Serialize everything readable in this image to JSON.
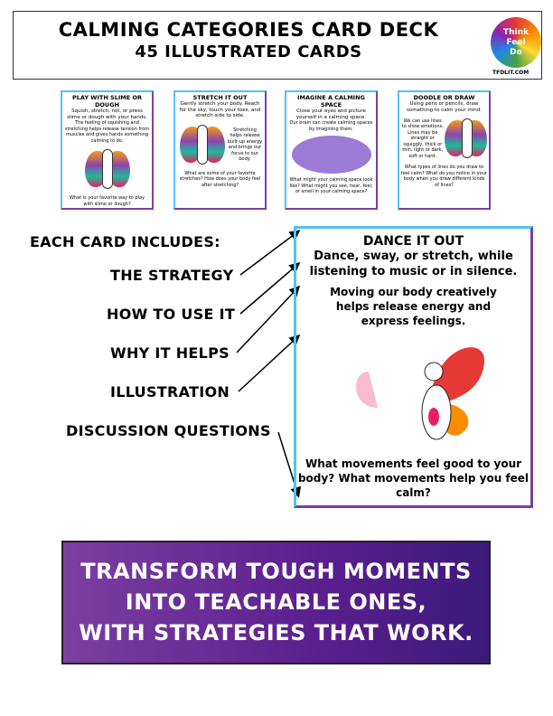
{
  "header": {
    "title": "CALMING CATEGORIES CARD DECK",
    "subtitle": "45 ILLUSTRATED CARDS",
    "logo": {
      "words": [
        "Think",
        "Feel",
        "Do"
      ],
      "url": "TFDLIT.COM"
    }
  },
  "cards": [
    {
      "title": "PLAY WITH SLIME OR DOUGH",
      "strategy": "Squish, stretch, roll, or press slime or dough with your hands.",
      "why": "The feeling of squishing and stretching helps release tension from muscles and gives hands something calming to do.",
      "question": "What is your favorite way to play with slime or dough?"
    },
    {
      "title": "STRETCH IT OUT",
      "strategy": "Gently stretch your body. Reach for the sky, touch your toes, and stretch side to side.",
      "why": "Stretching helps release built-up energy and brings our focus to our body.",
      "question": "What are some of your favorite stretches? How does your body feel after stretching?"
    },
    {
      "title": "IMAGINE A CALMING SPACE",
      "strategy": "Close your eyes and picture yourself in a calming space.",
      "why": "Our brain can create calming spaces by imagining them.",
      "question": "What might your calming space look like? What might you see, hear, feel, or smell in your calming space?"
    },
    {
      "title": "DOODLE OR DRAW",
      "strategy": "Using pens or pencils, draw something to calm your mind.",
      "why": "We can use lines to show emotions. Lines may be straight or squiggly, thick or thin, light or dark, soft or hard.",
      "question": "What types of lines do you draw to feel calm? What do you notice in your body when you draw different kinds of lines?"
    }
  ],
  "includes": {
    "heading": "EACH CARD INCLUDES:",
    "items": [
      "THE STRATEGY",
      "HOW TO USE IT",
      "WHY IT HELPS",
      "ILLUSTRATION",
      "DISCUSSION QUESTIONS"
    ]
  },
  "example": {
    "title": "DANCE IT OUT",
    "how": "Dance, sway, or stretch, while listening to music or in silence.",
    "why": "Moving our body creatively helps release energy and express feelings.",
    "questions": "What movements feel good to your body? What movements help you feel calm?"
  },
  "banner": {
    "lines": [
      "TRANSFORM TOUGH MOMENTS",
      "INTO TEACHABLE ONES,",
      "WITH STRATEGIES THAT WORK."
    ]
  }
}
